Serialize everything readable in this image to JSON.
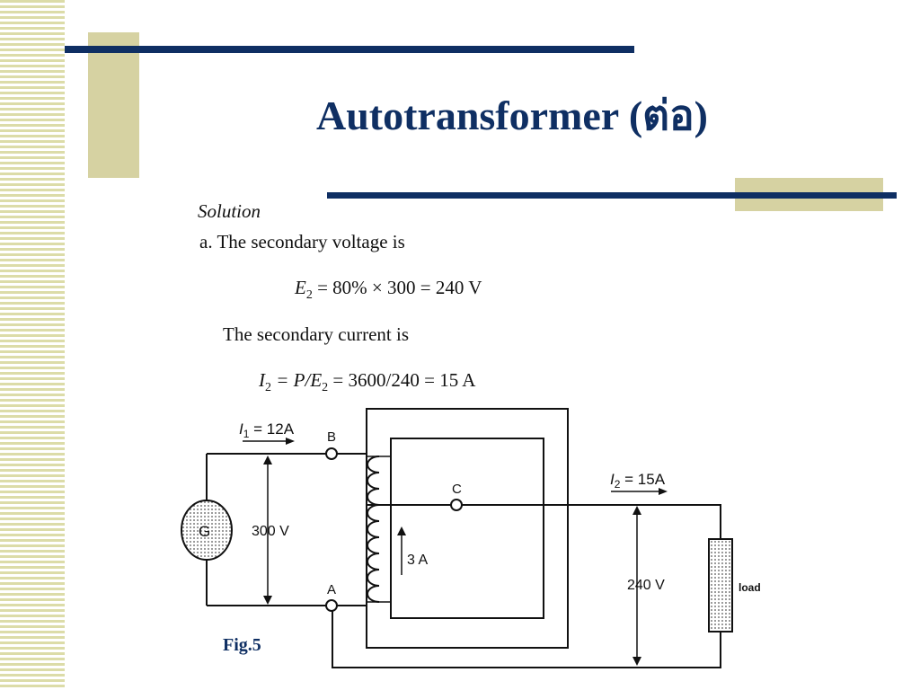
{
  "slide": {
    "title": "Autotransformer (ต่อ)",
    "colors": {
      "navy": "#0f2f63",
      "khaki": "#d6d2a2"
    }
  },
  "solution": {
    "heading": "Solution",
    "line_a": "a.  The secondary voltage is",
    "eq1": {
      "sym": "E",
      "sub": "2",
      "rest": " = 80% × 300 = 240 V"
    },
    "line_current": "The secondary current is",
    "eq2": {
      "sym": "I",
      "sub": "2",
      "mid": " = P/E",
      "sub2": "2",
      "rest": " = 3600/240 = 15 A"
    }
  },
  "circuit": {
    "generator": "G",
    "node_b": "B",
    "node_a": "A",
    "node_c": "C",
    "i1_sym": "I",
    "i1_sub": "1",
    "i1_val": " = 12A",
    "i2_sym": "I",
    "i2_sub": "2",
    "i2_val": " = 15A",
    "v_primary": "300 V",
    "v_secondary": "240 V",
    "coil_current": "3 A",
    "load": "load"
  },
  "figure": {
    "label": "Fig.5"
  }
}
